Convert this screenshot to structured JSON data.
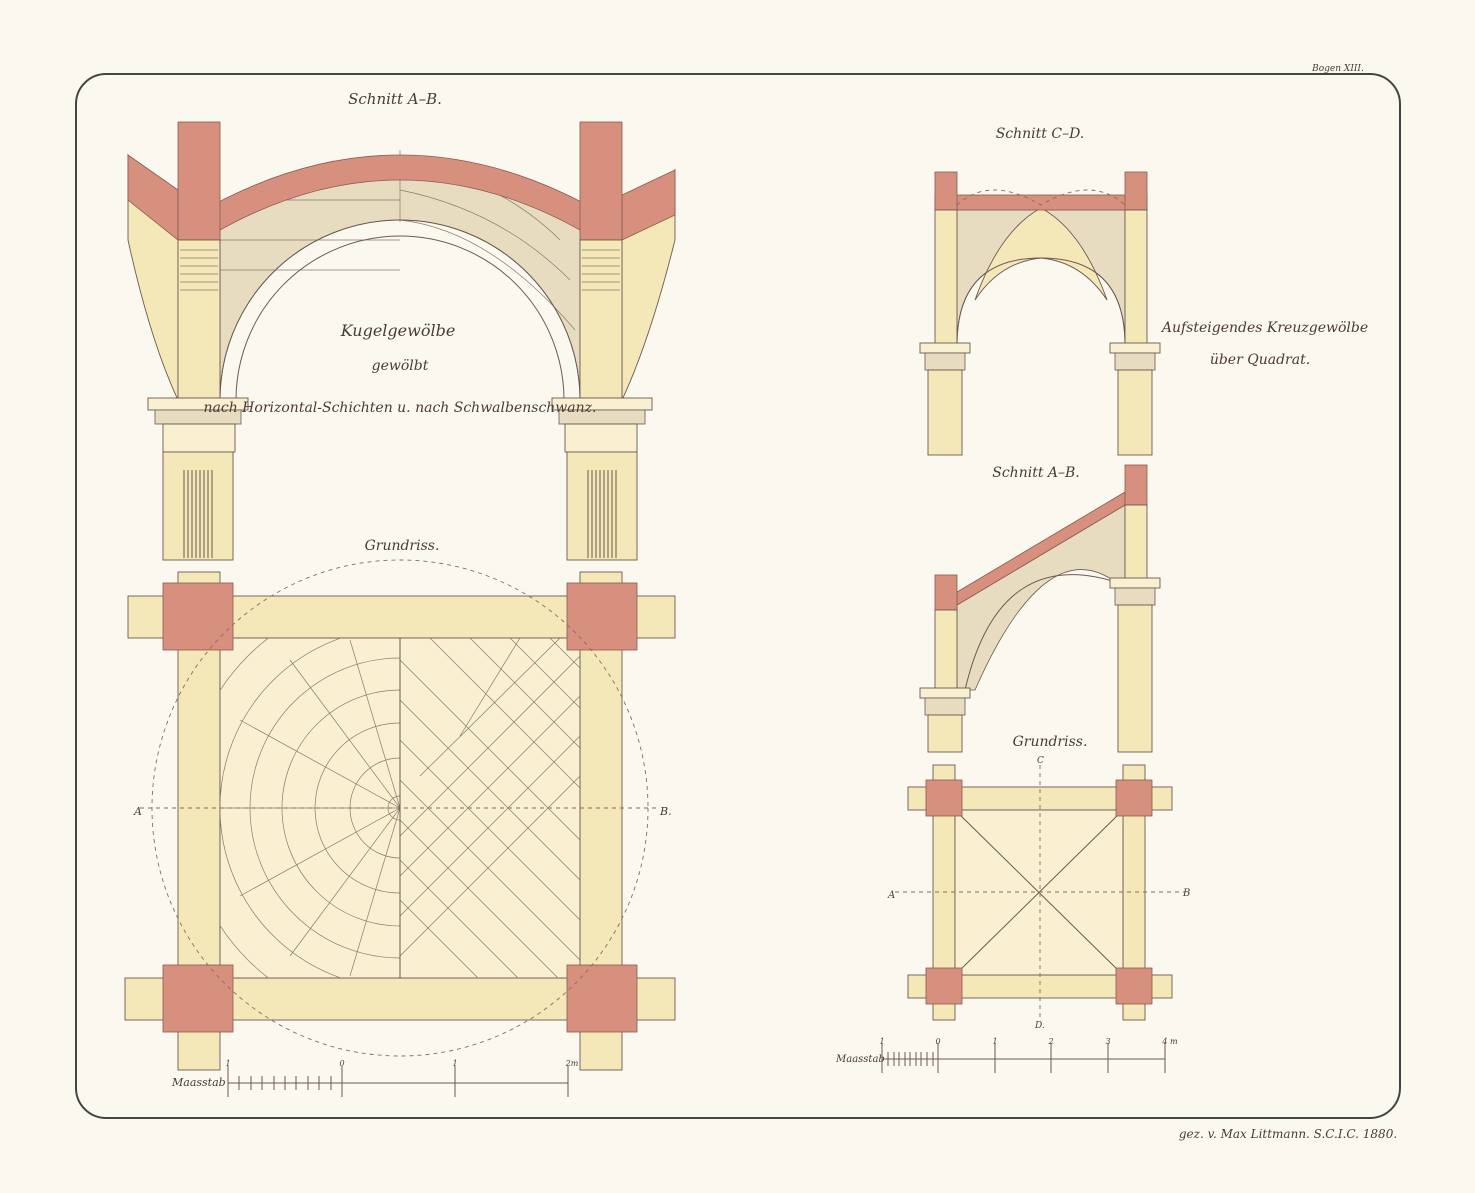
{
  "sheet": {
    "plate_number": "Bogen XIII.",
    "signature": "gez. v. Max Littmann. S.C.I.C. 1880.",
    "colors": {
      "paper": "#fbf8ef",
      "brick": "#d8907e",
      "stone": "#f5e8b8",
      "frame": "#444444"
    }
  },
  "left": {
    "section_title": "Schnitt A–B.",
    "vault_title": "Kugelgewölbe",
    "vault_sub": "gewölbt",
    "vault_method": "nach Horizontal-Schichten u. nach Schwalbenschwanz.",
    "plan_title": "Grundriss.",
    "axis_a": "A",
    "axis_b": "B.",
    "scale_label": "Maasstab",
    "scale_ticks": [
      "1",
      "0",
      "1",
      "2m"
    ]
  },
  "right": {
    "section_cd_title": "Schnitt C–D.",
    "vault_title": "Aufsteigendes Kreuzgewölbe",
    "vault_sub": "über Quadrat.",
    "section_ab_title": "Schnitt A–B.",
    "plan_title": "Grundriss.",
    "axis_a": "A",
    "axis_b": "B",
    "axis_c": "C",
    "axis_d": "D.",
    "scale_label": "Maasstab",
    "scale_ticks": [
      "1",
      "0",
      "1",
      "2",
      "3",
      "4 m"
    ]
  }
}
